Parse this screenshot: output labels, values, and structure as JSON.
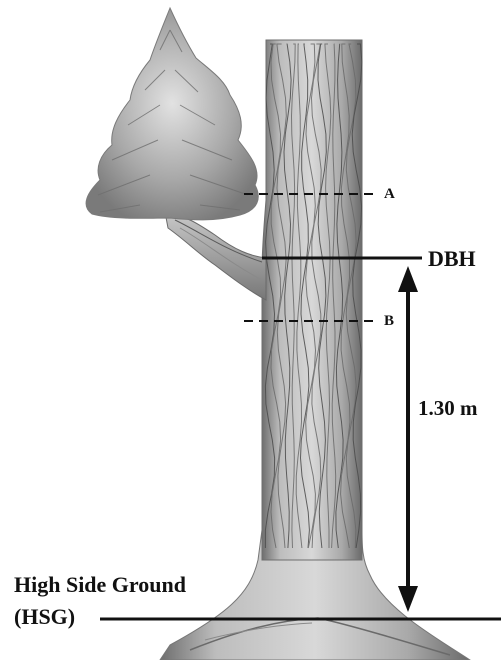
{
  "labels": {
    "a": "A",
    "b": "B",
    "dbh": "DBH",
    "height": "1.30 m",
    "hsg_line1": "High Side Ground",
    "hsg_line2": "(HSG)"
  },
  "colors": {
    "ink": "#111111",
    "bark": "#8f8f8f",
    "bark_light": "#cfcfcf",
    "bark_dark": "#4a4a4a",
    "foliage": "#9a9a9a",
    "foliage_light": "#d6d6d6"
  }
}
